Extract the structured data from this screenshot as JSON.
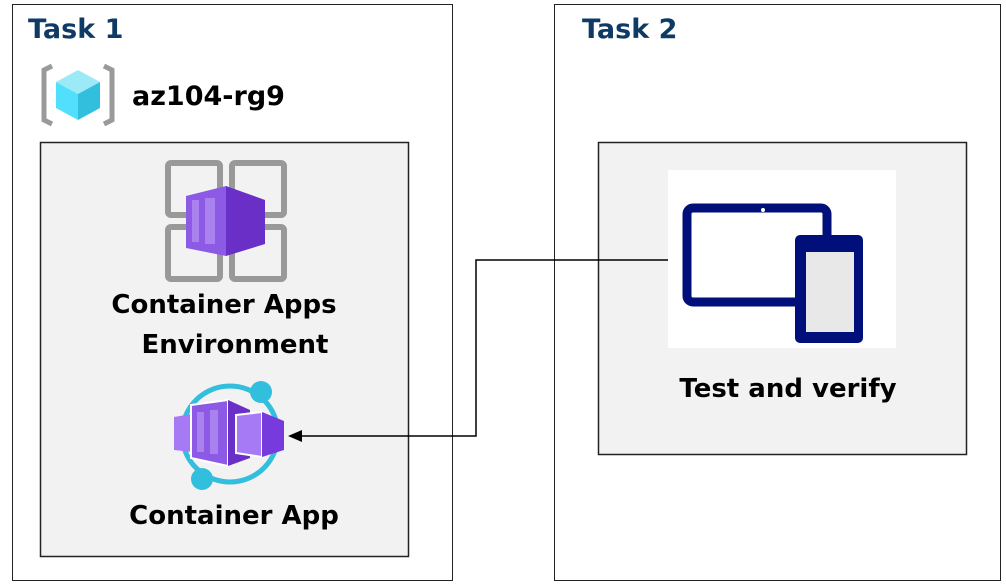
{
  "task1": {
    "title": "Task 1",
    "resource_group": {
      "name": "az104-rg9",
      "icon": "resource-group-icon"
    },
    "environment": {
      "label_line1": "Container Apps",
      "label_line2": "Environment",
      "icon": "container-apps-environment-icon"
    },
    "app": {
      "label": "Container App",
      "icon": "container-app-icon"
    }
  },
  "task2": {
    "title": "Task 2",
    "test": {
      "label": "Test and verify",
      "icon": "devices-icon"
    }
  },
  "colors": {
    "title": "#0f3a66",
    "panel": "#f2f2f2",
    "purple": "#773adc",
    "cyan": "#32bedd",
    "navy": "#000f7a"
  }
}
